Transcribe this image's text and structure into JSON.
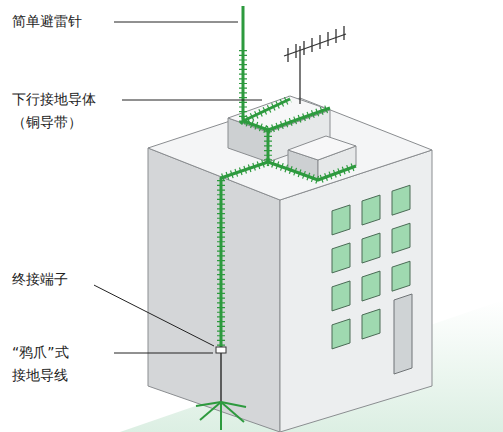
{
  "diagram": {
    "labels": [
      "简单避雷针",
      "下行接地导体 （铜导带）",
      "终接端子",
      "“鸦爪”式 接地导线"
    ]
  }
}
